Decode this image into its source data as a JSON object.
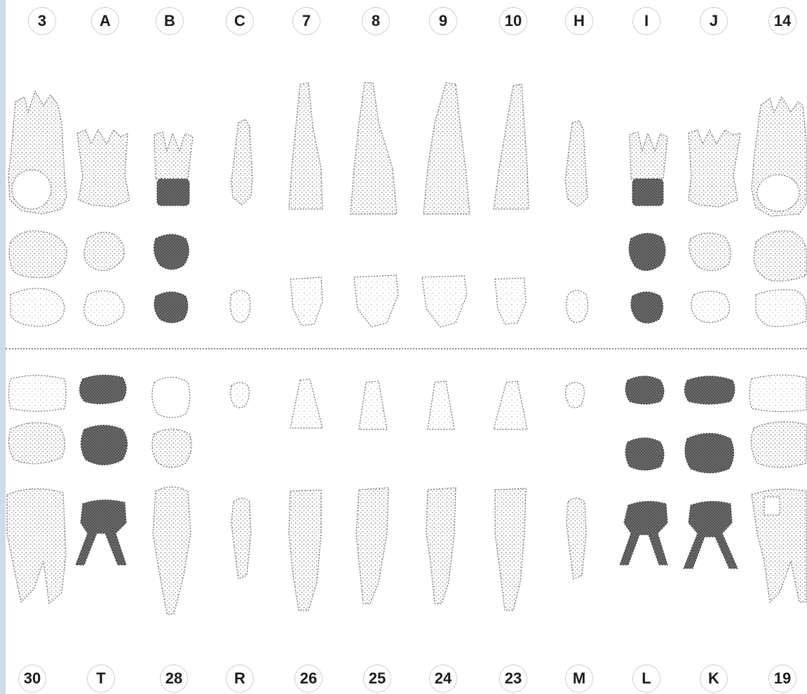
{
  "chart": {
    "upper_labels": [
      "3",
      "A",
      "B",
      "C",
      "7",
      "8",
      "9",
      "10",
      "H",
      "I",
      "J",
      "14"
    ],
    "lower_labels": [
      "30",
      "T",
      "28",
      "R",
      "26",
      "25",
      "24",
      "23",
      "M",
      "L",
      "K",
      "19"
    ],
    "colors": {
      "stipple": "#7a7a7a",
      "dark_fill": "#4a4a4a",
      "outline": "#6a6a6a",
      "midline": "#8a8a8a",
      "left_strip": "#cfdbe6"
    }
  }
}
